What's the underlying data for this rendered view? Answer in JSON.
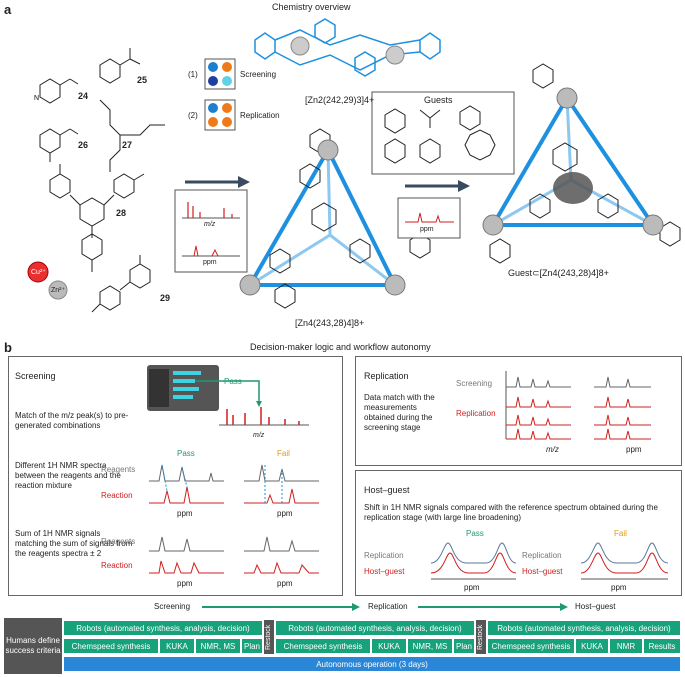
{
  "panel_a": {
    "letter": "a",
    "title": "Chemistry overview",
    "compounds": {
      "c24": "24",
      "c25": "25",
      "c26": "26",
      "c27": "27",
      "c28": "28",
      "c29": "29"
    },
    "metals": {
      "cu": "Cu²⁺",
      "zn": "Zn²⁺"
    },
    "steps": {
      "screening": "Screening",
      "replication": "Replication",
      "n1": "(1)",
      "n2": "(2)"
    },
    "spectra": {
      "mz": "m/z",
      "ppm": "ppm"
    },
    "guests_title": "Guests",
    "helicate_label": "[Zn2(242,29)3]4+",
    "tetra_label": "[Zn4(243,28)4]8+",
    "guest_label": "Guest⊂[Zn4(243,28)4]8+"
  },
  "panel_b": {
    "letter": "b",
    "title": "Decision-maker logic and workflow autonomy",
    "screening": {
      "heading": "Screening",
      "row1": "Match of the m/z peak(s) to pre-generated combinations",
      "row1_pass": "Pass",
      "row1_axis": "m/z",
      "row2": "Different 1H NMR spectra between the reagents and the reaction mixture",
      "row2_pass": "Pass",
      "row2_fail": "Fail",
      "row3": "Sum of 1H NMR signals matching the sum of signals from the reagents spectra ± 2",
      "reagents": "Reagents",
      "reaction": "Reaction",
      "ppm": "ppm"
    },
    "replication": {
      "heading": "Replication",
      "desc": "Data match with the measurements obtained during the screening stage",
      "screening": "Screening",
      "replication": "Replication",
      "mz": "m/z",
      "ppm": "ppm"
    },
    "hostguest": {
      "heading": "Host–guest",
      "desc": "Shift in 1H NMR signals compared with the reference spectrum obtained during the replication stage (with large line broadening)",
      "pass": "Pass",
      "fail": "Fail",
      "replication": "Replication",
      "host_guest": "Host–guest",
      "ppm": "ppm"
    },
    "workflow": {
      "stage1": "Screening",
      "stage2": "Replication",
      "stage3": "Host–guest",
      "humans": "Humans define success criteria",
      "robots": "Robots (automated synthesis, analysis, decision)",
      "restock": "Restock",
      "chemspeed": "Chemspeed synthesis",
      "kuka": "KUKA",
      "nmr_ms": "NMR, MS",
      "nmr": "NMR",
      "plan": "Plan",
      "results": "Results",
      "autonomous": "Autonomous operation (3 days)"
    }
  }
}
